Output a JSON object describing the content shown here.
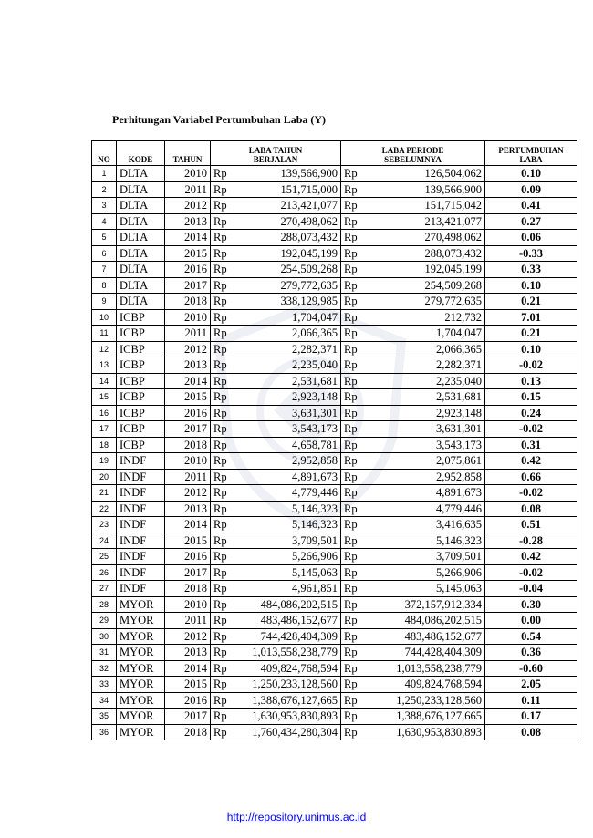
{
  "document": {
    "title": "Perhitungan Variabel Pertumbuhan Laba (Y)",
    "footer_link": "http://repository.unimus.ac.id"
  },
  "table": {
    "headers": {
      "no": "NO",
      "kode": "KODE",
      "tahun": "TAHUN",
      "laba_berjalan_line1": "LABA TAHUN",
      "laba_berjalan_line2": "BERJALAN",
      "laba_sebelum_line1": "LABA PERIODE",
      "laba_sebelum_line2": "SEBELUMNYA",
      "pertumbuhan_line1": "PERTUMBUHAN",
      "pertumbuhan_line2": "LABA"
    },
    "currency": "Rp",
    "rows": [
      {
        "no": "1",
        "kode": "DLTA",
        "tahun": "2010",
        "laba_berjalan": "139,566,900",
        "laba_sebelum": "126,504,062",
        "pertumbuhan": "0.10"
      },
      {
        "no": "2",
        "kode": "DLTA",
        "tahun": "2011",
        "laba_berjalan": "151,715,000",
        "laba_sebelum": "139,566,900",
        "pertumbuhan": "0.09"
      },
      {
        "no": "3",
        "kode": "DLTA",
        "tahun": "2012",
        "laba_berjalan": "213,421,077",
        "laba_sebelum": "151,715,042",
        "pertumbuhan": "0.41"
      },
      {
        "no": "4",
        "kode": "DLTA",
        "tahun": "2013",
        "laba_berjalan": "270,498,062",
        "laba_sebelum": "213,421,077",
        "pertumbuhan": "0.27"
      },
      {
        "no": "5",
        "kode": "DLTA",
        "tahun": "2014",
        "laba_berjalan": "288,073,432",
        "laba_sebelum": "270,498,062",
        "pertumbuhan": "0.06"
      },
      {
        "no": "6",
        "kode": "DLTA",
        "tahun": "2015",
        "laba_berjalan": "192,045,199",
        "laba_sebelum": "288,073,432",
        "pertumbuhan": "-0.33"
      },
      {
        "no": "7",
        "kode": "DLTA",
        "tahun": "2016",
        "laba_berjalan": "254,509,268",
        "laba_sebelum": "192,045,199",
        "pertumbuhan": "0.33"
      },
      {
        "no": "8",
        "kode": "DLTA",
        "tahun": "2017",
        "laba_berjalan": "279,772,635",
        "laba_sebelum": "254,509,268",
        "pertumbuhan": "0.10"
      },
      {
        "no": "9",
        "kode": "DLTA",
        "tahun": "2018",
        "laba_berjalan": "338,129,985",
        "laba_sebelum": "279,772,635",
        "pertumbuhan": "0.21"
      },
      {
        "no": "10",
        "kode": "ICBP",
        "tahun": "2010",
        "laba_berjalan": "1,704,047",
        "laba_sebelum": "212,732",
        "pertumbuhan": "7.01"
      },
      {
        "no": "11",
        "kode": "ICBP",
        "tahun": "2011",
        "laba_berjalan": "2,066,365",
        "laba_sebelum": "1,704,047",
        "pertumbuhan": "0.21"
      },
      {
        "no": "12",
        "kode": "ICBP",
        "tahun": "2012",
        "laba_berjalan": "2,282,371",
        "laba_sebelum": "2,066,365",
        "pertumbuhan": "0.10"
      },
      {
        "no": "13",
        "kode": "ICBP",
        "tahun": "2013",
        "laba_berjalan": "2,235,040",
        "laba_sebelum": "2,282,371",
        "pertumbuhan": "-0.02"
      },
      {
        "no": "14",
        "kode": "ICBP",
        "tahun": "2014",
        "laba_berjalan": "2,531,681",
        "laba_sebelum": "2,235,040",
        "pertumbuhan": "0.13"
      },
      {
        "no": "15",
        "kode": "ICBP",
        "tahun": "2015",
        "laba_berjalan": "2,923,148",
        "laba_sebelum": "2,531,681",
        "pertumbuhan": "0.15"
      },
      {
        "no": "16",
        "kode": "ICBP",
        "tahun": "2016",
        "laba_berjalan": "3,631,301",
        "laba_sebelum": "2,923,148",
        "pertumbuhan": "0.24"
      },
      {
        "no": "17",
        "kode": "ICBP",
        "tahun": "2017",
        "laba_berjalan": "3,543,173",
        "laba_sebelum": "3,631,301",
        "pertumbuhan": "-0.02"
      },
      {
        "no": "18",
        "kode": "ICBP",
        "tahun": "2018",
        "laba_berjalan": "4,658,781",
        "laba_sebelum": "3,543,173",
        "pertumbuhan": "0.31"
      },
      {
        "no": "19",
        "kode": "INDF",
        "tahun": "2010",
        "laba_berjalan": "2,952,858",
        "laba_sebelum": "2,075,861",
        "pertumbuhan": "0.42"
      },
      {
        "no": "20",
        "kode": "INDF",
        "tahun": "2011",
        "laba_berjalan": "4,891,673",
        "laba_sebelum": "2,952,858",
        "pertumbuhan": "0.66"
      },
      {
        "no": "21",
        "kode": "INDF",
        "tahun": "2012",
        "laba_berjalan": "4,779,446",
        "laba_sebelum": "4,891,673",
        "pertumbuhan": "-0.02"
      },
      {
        "no": "22",
        "kode": "INDF",
        "tahun": "2013",
        "laba_berjalan": "5,146,323",
        "laba_sebelum": "4,779,446",
        "pertumbuhan": "0.08"
      },
      {
        "no": "23",
        "kode": "INDF",
        "tahun": "2014",
        "laba_berjalan": "5,146,323",
        "laba_sebelum": "3,416,635",
        "pertumbuhan": "0.51"
      },
      {
        "no": "24",
        "kode": "INDF",
        "tahun": "2015",
        "laba_berjalan": "3,709,501",
        "laba_sebelum": "5,146,323",
        "pertumbuhan": "-0.28"
      },
      {
        "no": "25",
        "kode": "INDF",
        "tahun": "2016",
        "laba_berjalan": "5,266,906",
        "laba_sebelum": "3,709,501",
        "pertumbuhan": "0.42"
      },
      {
        "no": "26",
        "kode": "INDF",
        "tahun": "2017",
        "laba_berjalan": "5,145,063",
        "laba_sebelum": "5,266,906",
        "pertumbuhan": "-0.02"
      },
      {
        "no": "27",
        "kode": "INDF",
        "tahun": "2018",
        "laba_berjalan": "4,961,851",
        "laba_sebelum": "5,145,063",
        "pertumbuhan": "-0.04"
      },
      {
        "no": "28",
        "kode": "MYOR",
        "tahun": "2010",
        "laba_berjalan": "484,086,202,515",
        "laba_sebelum": "372,157,912,334",
        "pertumbuhan": "0.30"
      },
      {
        "no": "29",
        "kode": "MYOR",
        "tahun": "2011",
        "laba_berjalan": "483,486,152,677",
        "laba_sebelum": "484,086,202,515",
        "pertumbuhan": "0.00"
      },
      {
        "no": "30",
        "kode": "MYOR",
        "tahun": "2012",
        "laba_berjalan": "744,428,404,309",
        "laba_sebelum": "483,486,152,677",
        "pertumbuhan": "0.54"
      },
      {
        "no": "31",
        "kode": "MYOR",
        "tahun": "2013",
        "laba_berjalan": "1,013,558,238,779",
        "laba_sebelum": "744,428,404,309",
        "pertumbuhan": "0.36"
      },
      {
        "no": "32",
        "kode": "MYOR",
        "tahun": "2014",
        "laba_berjalan": "409,824,768,594",
        "laba_sebelum": "1,013,558,238,779",
        "pertumbuhan": "-0.60"
      },
      {
        "no": "33",
        "kode": "MYOR",
        "tahun": "2015",
        "laba_berjalan": "1,250,233,128,560",
        "laba_sebelum": "409,824,768,594",
        "pertumbuhan": "2.05"
      },
      {
        "no": "34",
        "kode": "MYOR",
        "tahun": "2016",
        "laba_berjalan": "1,388,676,127,665",
        "laba_sebelum": "1,250,233,128,560",
        "pertumbuhan": "0.11"
      },
      {
        "no": "35",
        "kode": "MYOR",
        "tahun": "2017",
        "laba_berjalan": "1,630,953,830,893",
        "laba_sebelum": "1,388,676,127,665",
        "pertumbuhan": "0.17"
      },
      {
        "no": "36",
        "kode": "MYOR",
        "tahun": "2018",
        "laba_berjalan": "1,760,434,280,304",
        "laba_sebelum": "1,630,953,830,893",
        "pertumbuhan": "0.08"
      }
    ]
  }
}
